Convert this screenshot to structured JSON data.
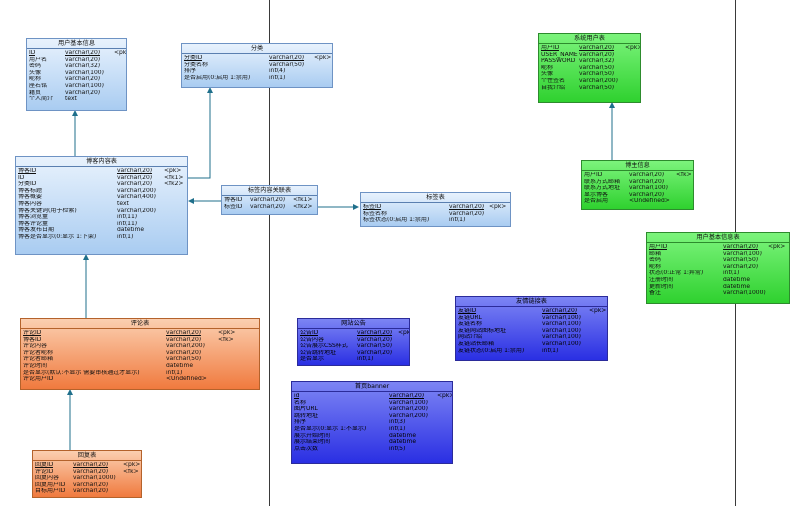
{
  "entities": {
    "user_basic": {
      "title": "用户基本信息",
      "rows": [
        {
          "name": "ID",
          "type": "varchar(20)",
          "key": "<pk>",
          "u": true
        },
        {
          "name": "用户名",
          "type": "varchar(20)",
          "key": ""
        },
        {
          "name": "密码",
          "type": "varchar(32)",
          "key": ""
        },
        {
          "name": "头像",
          "type": "varchar(100)",
          "key": ""
        },
        {
          "name": "昵称",
          "type": "varchar(20)",
          "key": ""
        },
        {
          "name": "座右铭",
          "type": "varchar(100)",
          "key": ""
        },
        {
          "name": "籍贯",
          "type": "varchar(20)",
          "key": ""
        },
        {
          "name": "个人简介",
          "type": "text",
          "key": ""
        }
      ]
    },
    "category": {
      "title": "分类",
      "rows": [
        {
          "name": "分类ID",
          "type": "varchar(20)",
          "key": "<pk>",
          "u": true
        },
        {
          "name": "分类名称",
          "type": "varchar(50)",
          "key": ""
        },
        {
          "name": "排序",
          "type": "int(4)",
          "key": ""
        },
        {
          "name": "是否启用(0:启用 1:禁用)",
          "type": "int(1)",
          "key": ""
        }
      ]
    },
    "blog": {
      "title": "博客内容表",
      "rows": [
        {
          "name": "博客ID",
          "type": "varchar(20)",
          "key": "<pk>",
          "u": true
        },
        {
          "name": "ID",
          "type": "varchar(20)",
          "key": "<fk1>"
        },
        {
          "name": "分类ID",
          "type": "varchar(20)",
          "key": "<fk2>"
        },
        {
          "name": "博客标题",
          "type": "varchar(200)",
          "key": ""
        },
        {
          "name": "博客概要",
          "type": "varchar(400)",
          "key": ""
        },
        {
          "name": "博客内容",
          "type": "text",
          "key": ""
        },
        {
          "name": "博客关键词(用于检索)",
          "type": "varchar(200)",
          "key": ""
        },
        {
          "name": "博客浏览量",
          "type": "int(11)",
          "key": ""
        },
        {
          "name": "博客评论量",
          "type": "int(11)",
          "key": ""
        },
        {
          "name": "博客发布日期",
          "type": "datetime",
          "key": ""
        },
        {
          "name": "博客是否显示(0:显示 1:下架)",
          "type": "int(1)",
          "key": ""
        }
      ]
    },
    "tag_rel": {
      "title": "标签内容关联表",
      "rows": [
        {
          "name": "博客ID",
          "type": "varchar(20)",
          "key": "<fk1>"
        },
        {
          "name": "标签ID",
          "type": "varchar(20)",
          "key": "<fk2>"
        }
      ]
    },
    "tag": {
      "title": "标签表",
      "rows": [
        {
          "name": "标签ID",
          "type": "varchar(20)",
          "key": "<pk>",
          "u": true
        },
        {
          "name": "标签名称",
          "type": "varchar(20)",
          "key": ""
        },
        {
          "name": "标签状态(0:启用 1:禁用)",
          "type": "int(1)",
          "key": ""
        }
      ]
    },
    "sys_user": {
      "title": "系统用户表",
      "rows": [
        {
          "name": "用户ID",
          "type": "varchar(20)",
          "key": "<pk>",
          "u": true
        },
        {
          "name": "USER_NAME",
          "type": "varchar(20)",
          "key": ""
        },
        {
          "name": "PASSWORD",
          "type": "varchar(32)",
          "key": ""
        },
        {
          "name": "昵称",
          "type": "varchar(50)",
          "key": ""
        },
        {
          "name": "头像",
          "type": "varchar(50)",
          "key": ""
        },
        {
          "name": "个性签名",
          "type": "varchar(200)",
          "key": ""
        },
        {
          "name": "自我介绍",
          "type": "varchar(50)",
          "key": ""
        }
      ]
    },
    "blogger": {
      "title": "博主信息",
      "rows": [
        {
          "name": "用户ID",
          "type": "varchar(20)",
          "key": "<fk>"
        },
        {
          "name": "联系方式邮箱",
          "type": "varchar(20)",
          "key": ""
        },
        {
          "name": "联系方式地址",
          "type": "varchar(100)",
          "key": ""
        },
        {
          "name": "显示博客",
          "type": "varchar(20)",
          "key": ""
        },
        {
          "name": "是否启用",
          "type": "<Undefined>",
          "key": ""
        }
      ]
    },
    "user_basic2": {
      "title": "用户基本信息表",
      "rows": [
        {
          "name": "用户ID",
          "type": "varchar(20)",
          "key": "<pk>",
          "u": true
        },
        {
          "name": "邮箱",
          "type": "varchar(100)",
          "key": ""
        },
        {
          "name": "密码",
          "type": "varchar(50)",
          "key": ""
        },
        {
          "name": "昵称",
          "type": "varchar(20)",
          "key": ""
        },
        {
          "name": "状态(0:正常 1:异常)",
          "type": "int(1)",
          "key": ""
        },
        {
          "name": "注册时间",
          "type": "datetime",
          "key": ""
        },
        {
          "name": "更新时间",
          "type": "datetime",
          "key": ""
        },
        {
          "name": "备注",
          "type": "varchar(1000)",
          "key": ""
        }
      ]
    },
    "comment": {
      "title": "评论表",
      "rows": [
        {
          "name": "评论ID",
          "type": "varchar(20)",
          "key": "<pk>",
          "u": true
        },
        {
          "name": "博客ID",
          "type": "varchar(20)",
          "key": "<fk>"
        },
        {
          "name": "评论内容",
          "type": "varchar(200)",
          "key": ""
        },
        {
          "name": "评论者昵称",
          "type": "varchar(20)",
          "key": ""
        },
        {
          "name": "评论者邮箱",
          "type": "varchar(50)",
          "key": ""
        },
        {
          "name": "评论时间",
          "type": "datetime",
          "key": ""
        },
        {
          "name": "是否显示(默认:不显示 需要审核通过才显示)",
          "type": "int(1)",
          "key": ""
        },
        {
          "name": "评论用户ID",
          "type": "<Undefined>",
          "key": ""
        }
      ]
    },
    "reply": {
      "title": "回复表",
      "rows": [
        {
          "name": "回复ID",
          "type": "varchar(20)",
          "key": "<pk>",
          "u": true
        },
        {
          "name": "评论ID",
          "type": "varchar(20)",
          "key": "<fk>"
        },
        {
          "name": "回复内容",
          "type": "varchar(1000)",
          "key": ""
        },
        {
          "name": "回复用户ID",
          "type": "varchar(20)",
          "key": ""
        },
        {
          "name": "目标用户ID",
          "type": "varchar(20)",
          "key": ""
        }
      ]
    },
    "notice": {
      "title": "网站公告",
      "rows": [
        {
          "name": "公告ID",
          "type": "varchar(20)",
          "key": "<pk>",
          "u": true
        },
        {
          "name": "公告内容",
          "type": "varchar(20)",
          "key": ""
        },
        {
          "name": "公告展示CSS样式",
          "type": "varchar(50)",
          "key": ""
        },
        {
          "name": "公告跳转地址",
          "type": "varchar(20)",
          "key": ""
        },
        {
          "name": "是否显示",
          "type": "int(1)",
          "key": ""
        }
      ]
    },
    "friend_link": {
      "title": "友情链接表",
      "rows": [
        {
          "name": "友链ID",
          "type": "varchar(20)",
          "key": "<pk>",
          "u": true
        },
        {
          "name": "友链URL",
          "type": "varchar(100)",
          "key": ""
        },
        {
          "name": "友链名称",
          "type": "varchar(100)",
          "key": ""
        },
        {
          "name": "友链网站图标地址",
          "type": "varchar(100)",
          "key": ""
        },
        {
          "name": "网站介绍",
          "type": "varchar(100)",
          "key": ""
        },
        {
          "name": "友链站长邮箱",
          "type": "varchar(100)",
          "key": ""
        },
        {
          "name": "友链状态(0:启用 1:禁用)",
          "type": "int(1)",
          "key": ""
        }
      ]
    },
    "banner": {
      "title": "首页banner",
      "rows": [
        {
          "name": "id",
          "type": "varchar(20)",
          "key": "<pk>",
          "u": true
        },
        {
          "name": "名称",
          "type": "varchar(100)",
          "key": ""
        },
        {
          "name": "图片URL",
          "type": "varchar(200)",
          "key": ""
        },
        {
          "name": "跳转地址",
          "type": "varchar(200)",
          "key": ""
        },
        {
          "name": "排序",
          "type": "int(3)",
          "key": ""
        },
        {
          "name": "是否显示(0:显示 1:不显示)",
          "type": "int(1)",
          "key": ""
        },
        {
          "name": "展示开始时间",
          "type": "datetime",
          "key": ""
        },
        {
          "name": "展示结束时间",
          "type": "datetime",
          "key": ""
        },
        {
          "name": "点击次数",
          "type": "int(5)",
          "key": ""
        }
      ]
    }
  }
}
